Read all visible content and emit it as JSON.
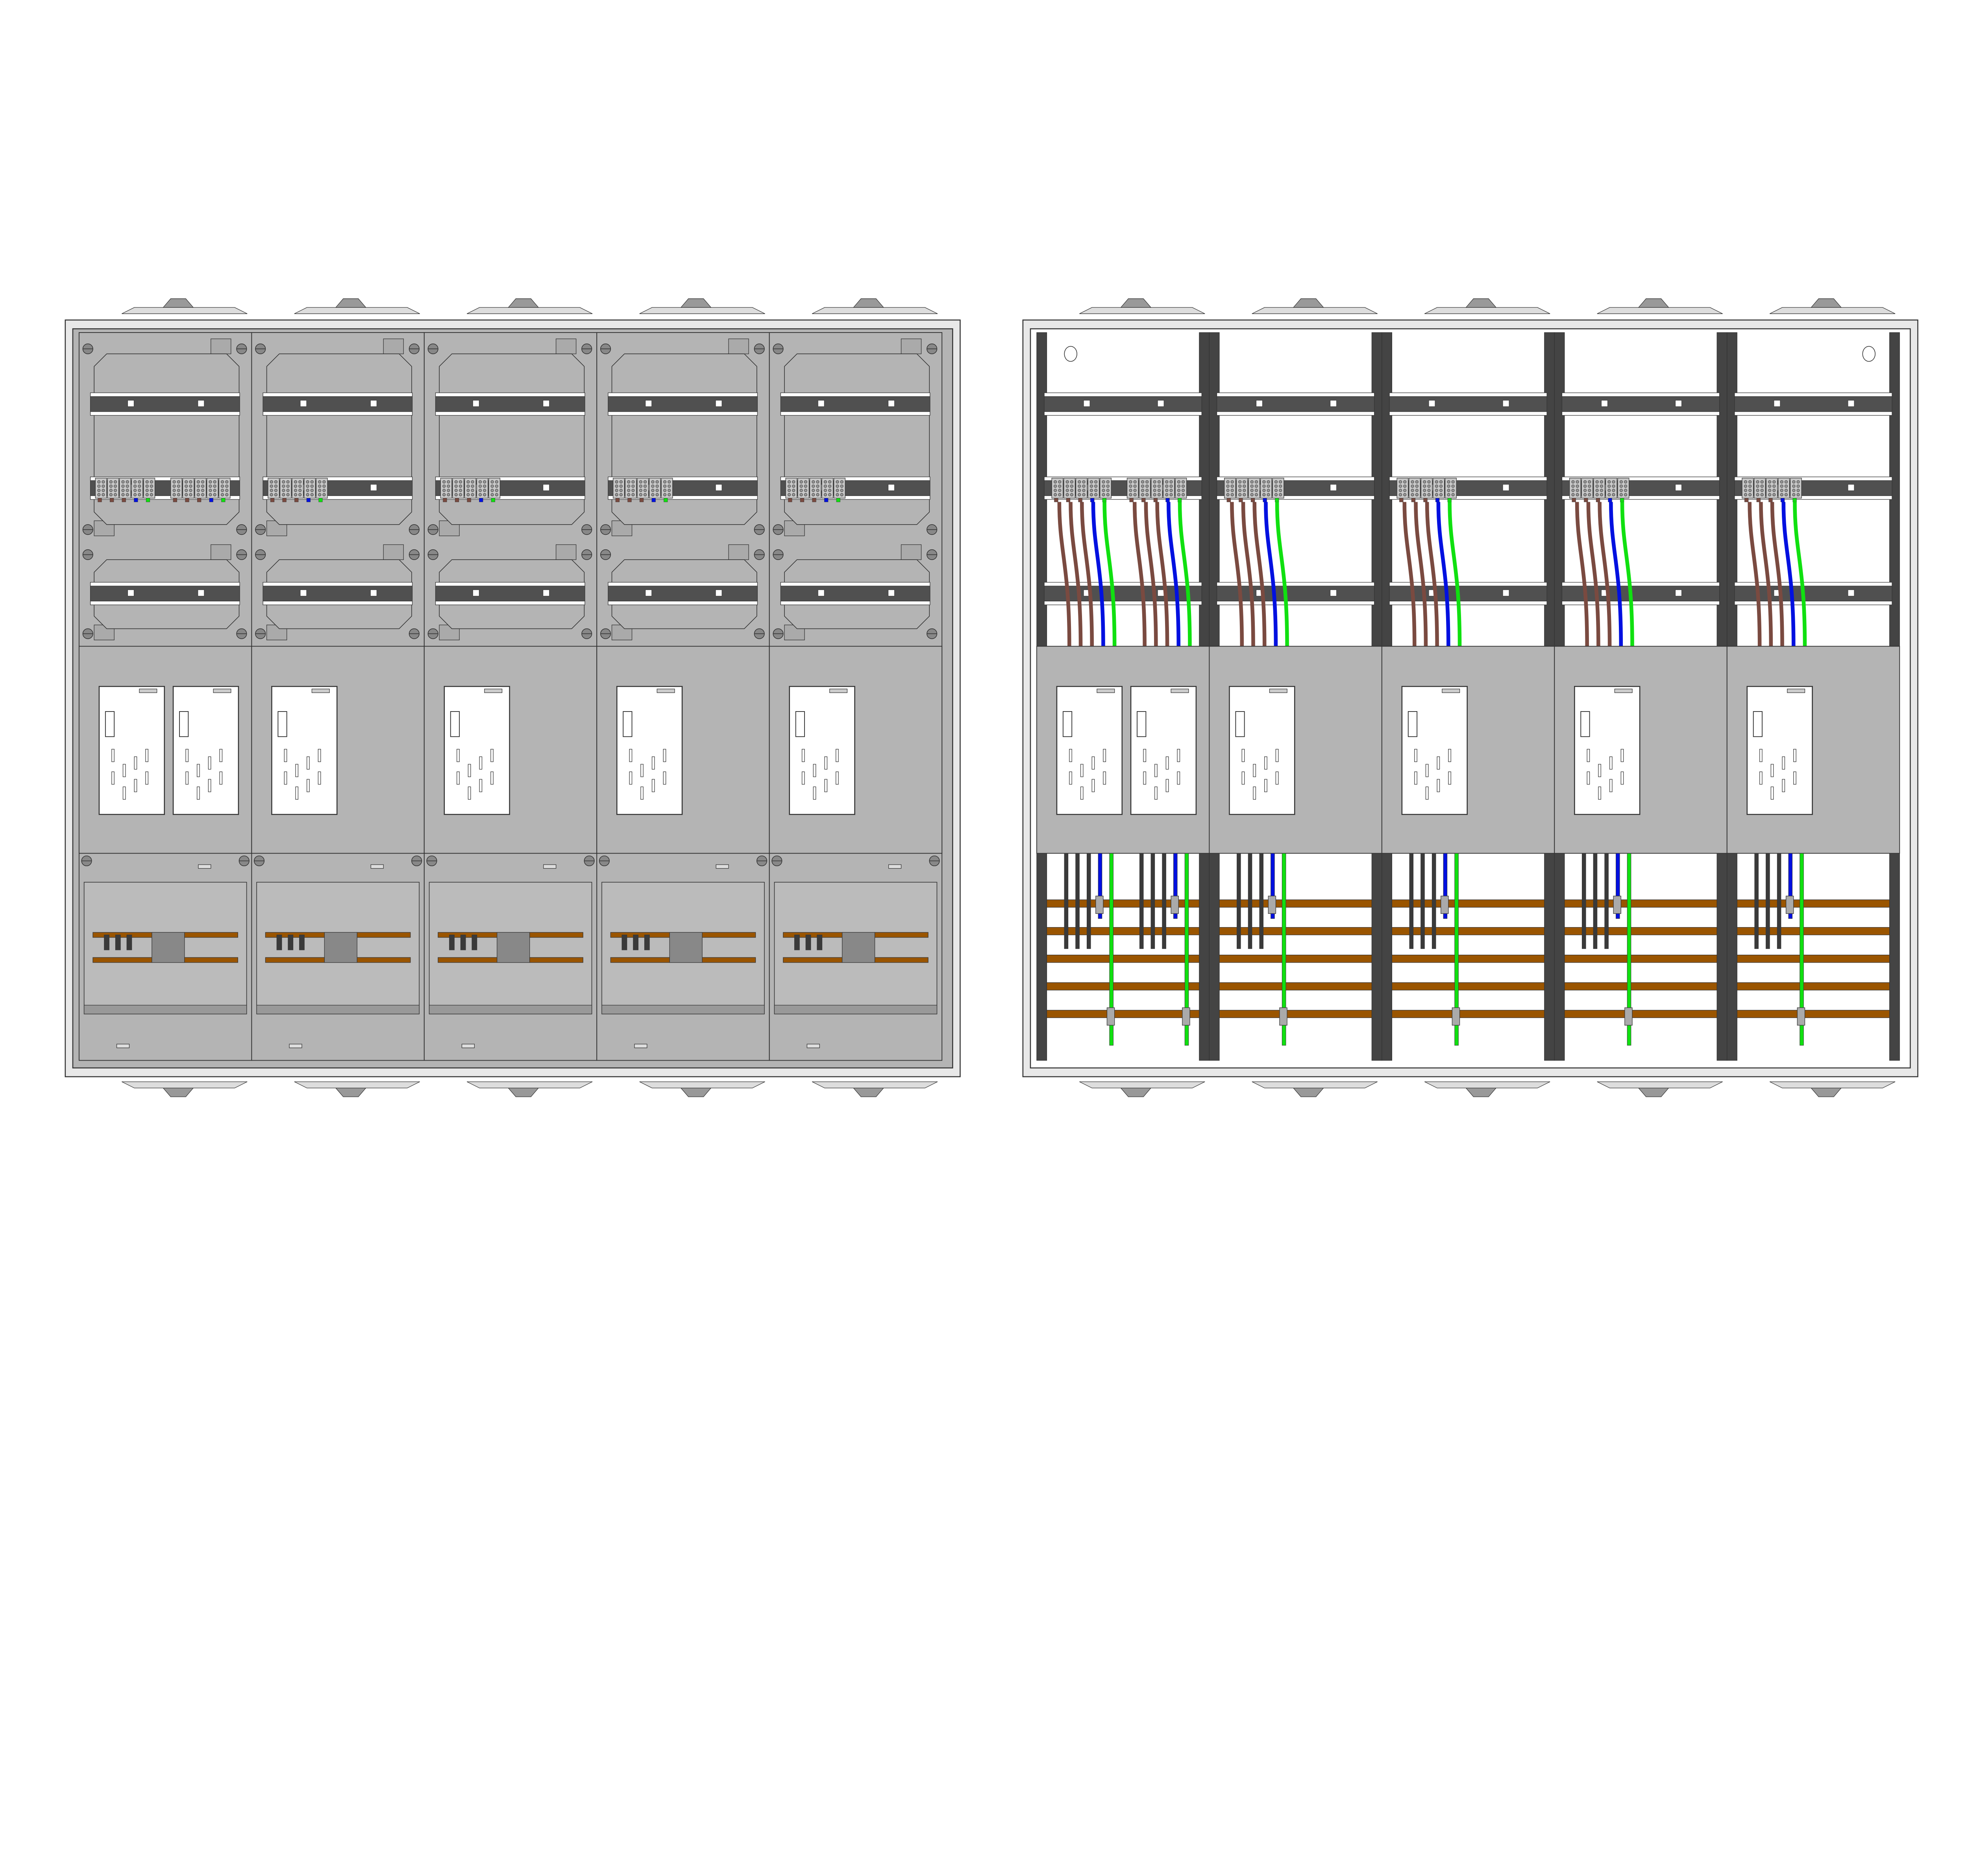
{
  "drawing": {
    "views": [
      "front-closed",
      "front-open"
    ],
    "columns_per_cabinet": 5,
    "meter_slots_per_column": [
      2,
      1,
      1,
      1,
      1
    ],
    "busbar_count": 5
  },
  "colors": {
    "panel": "#b4b4b4",
    "rail": "#505050",
    "frame": "#e8e8e8",
    "busbar": "#9a5500",
    "wire_brown": "#7a4a40",
    "wire_blue": "#0010e0",
    "wire_green": "#10e010",
    "wire_black": "#3a3a3a",
    "outline": "#333333"
  }
}
